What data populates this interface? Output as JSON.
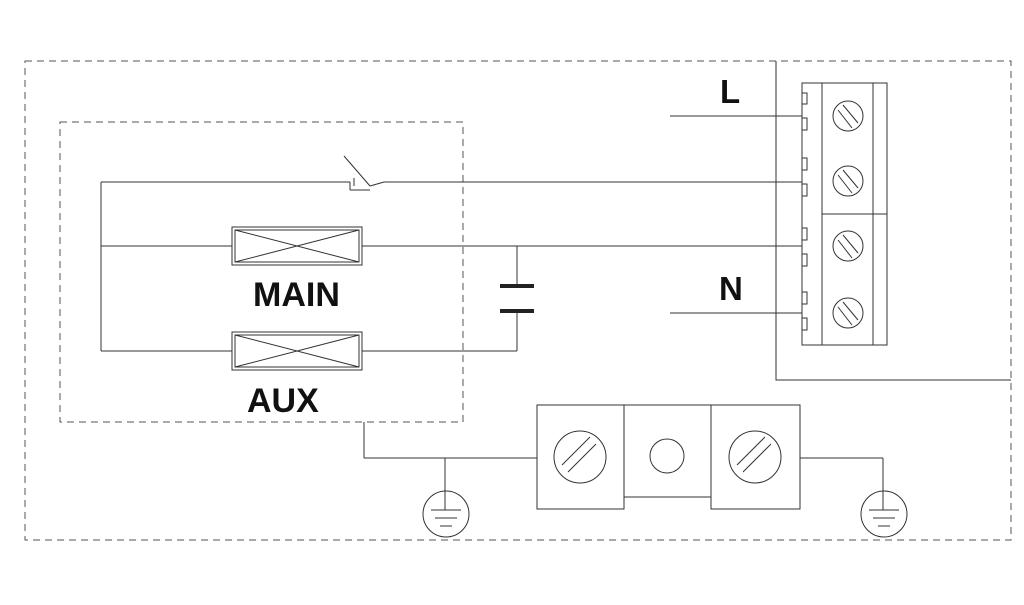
{
  "labels": {
    "line": "L",
    "neutral": "N",
    "main_winding": "MAIN",
    "aux_winding": "AUX"
  },
  "colors": {
    "line": "#333333",
    "text": "#111111",
    "background": "#ffffff"
  },
  "icons": [
    "thermal-switch-icon",
    "winding-icon",
    "capacitor-icon",
    "terminal-screw-icon",
    "ground-icon"
  ]
}
